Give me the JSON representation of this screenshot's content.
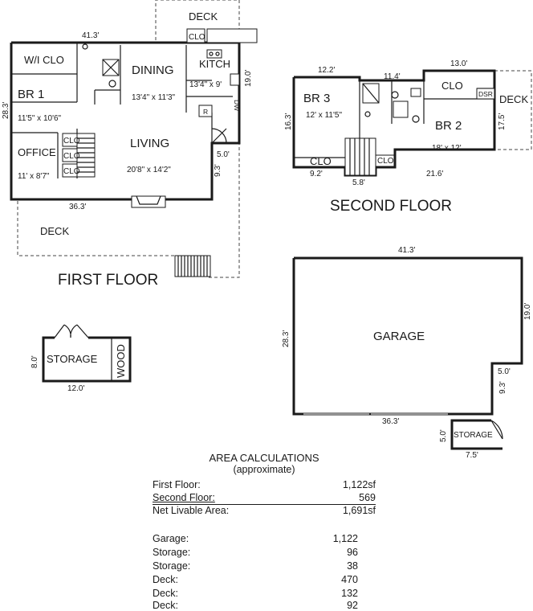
{
  "first_floor": {
    "title": "FIRST FLOOR",
    "rooms": {
      "wi_clo": "W/I CLO",
      "br1": "BR 1",
      "br1_size": "11'5\" x 10'6\"",
      "office": "OFFICE",
      "office_size": "11' x 8'7\"",
      "dining": "DINING",
      "dining_size": "13'4\" x 11'3\"",
      "kitch": "KITCH",
      "kitch_size": "13'4\" x 9'",
      "living": "LIVING",
      "living_size": "20'8\" x 14'2\"",
      "clo_a": "CLO",
      "clo_b": "CLO",
      "clo_c": "CLO",
      "clo_deck": "CLO",
      "deck_top": "DECK",
      "deck_bottom": "DECK",
      "dw": "DW",
      "r": "R"
    },
    "dims": {
      "top": "41.3'",
      "left": "28.3'",
      "bottom": "36.3'",
      "right_upper": "19.0'",
      "notch": "5.0'",
      "right_lower": "9.3'"
    }
  },
  "second_floor": {
    "title": "SECOND FLOOR",
    "rooms": {
      "br3": "BR 3",
      "br3_size": "12' x 11'5\"",
      "br2": "BR 2",
      "br2_size": "18' x 12'",
      "clo_top": "CLO",
      "clo_bottom": "CLO",
      "clo_stair": "CLO",
      "dsr": "DSR",
      "deck": "DECK"
    },
    "dims": {
      "top_left": "12.2'",
      "top_mid": "11.4'",
      "top_right": "13.0'",
      "left": "16.3'",
      "right": "17.5'",
      "bottom_left": "9.2'",
      "bottom_stair": "5.8'",
      "bottom_right": "21.6'"
    }
  },
  "garage": {
    "label": "GARAGE",
    "dims": {
      "top": "41.3'",
      "left": "28.3'",
      "right": "19.0'",
      "notch": "5.0'",
      "right_lower": "9.3'",
      "bottom": "36.3'"
    }
  },
  "storage_small": {
    "label": "STORAGE",
    "width": "7.5'",
    "height": "5.0'"
  },
  "storage_left": {
    "label": "STORAGE",
    "wood": "WOOD",
    "width": "12.0'",
    "height": "8.0'"
  },
  "area_calc": {
    "title": "AREA CALCULATIONS",
    "subtitle": "(approximate)",
    "rows": [
      {
        "label": "First  Floor:",
        "value": "1,122sf"
      },
      {
        "label": "Second Floor:",
        "value": "569"
      },
      {
        "label": "Net Livable Area:",
        "value": "1,691sf"
      },
      {
        "label": "Garage:",
        "value": "1,122"
      },
      {
        "label": "Storage:",
        "value": "96"
      },
      {
        "label": "Storage:",
        "value": "38"
      },
      {
        "label": "Deck:",
        "value": "470"
      },
      {
        "label": "Deck:",
        "value": "132"
      },
      {
        "label": "Deck:",
        "value": "92"
      }
    ]
  }
}
